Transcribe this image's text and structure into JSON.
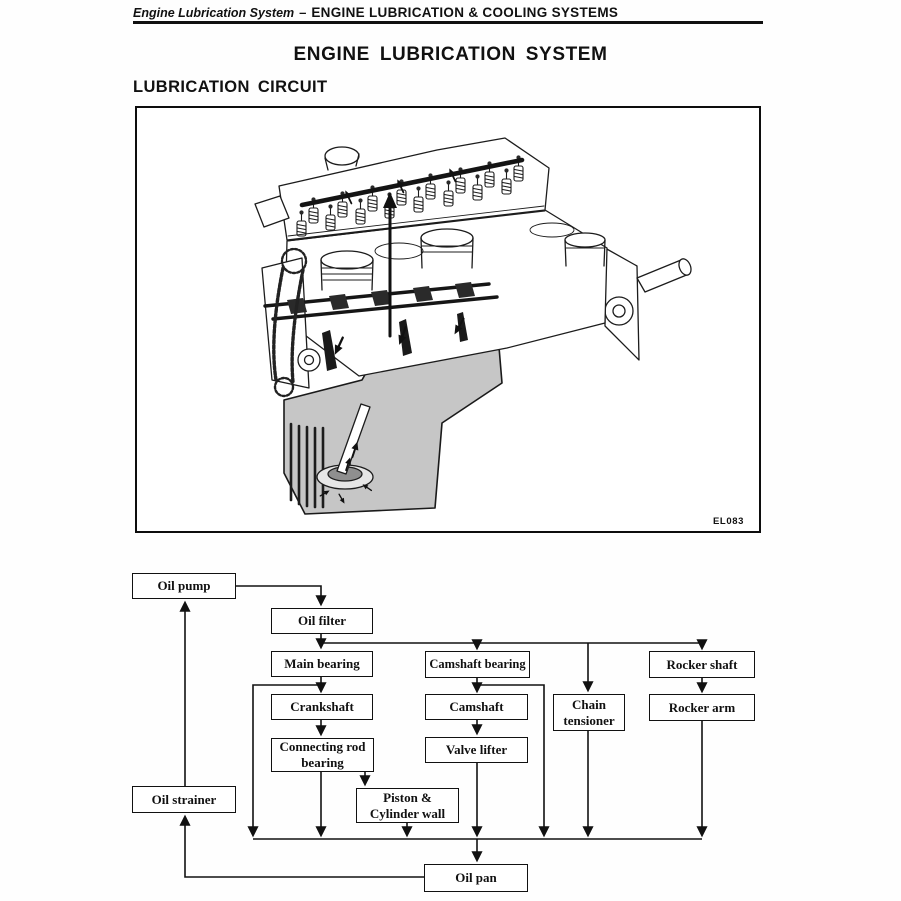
{
  "header": {
    "breadcrumb": {
      "section_italic": "Engine Lubrication System",
      "separator": "–",
      "chapter": "ENGINE LUBRICATION & COOLING SYSTEMS"
    },
    "page_title": "ENGINE LUBRICATION SYSTEM",
    "section_heading": "LUBRICATION CIRCUIT"
  },
  "figure": {
    "code": "EL083",
    "description": "Cutaway line drawing of inline engine with black arrows showing oil flow from the oil pan strainer up through the block to the valve gear"
  },
  "flowchart": {
    "boxes": [
      {
        "id": "oil-pump",
        "label": "Oil pump"
      },
      {
        "id": "oil-filter",
        "label": "Oil filter"
      },
      {
        "id": "main-bearing",
        "label": "Main bearing"
      },
      {
        "id": "camshaft-bearing",
        "label": "Camshaft bearing"
      },
      {
        "id": "rocker-shaft",
        "label": "Rocker shaft"
      },
      {
        "id": "crankshaft",
        "label": "Crankshaft"
      },
      {
        "id": "camshaft",
        "label": "Camshaft"
      },
      {
        "id": "chain-tensioner",
        "label": "Chain tensioner"
      },
      {
        "id": "rocker-arm",
        "label": "Rocker arm"
      },
      {
        "id": "connecting-rod-bearing",
        "label": "Connecting rod bearing"
      },
      {
        "id": "valve-lifter",
        "label": "Valve lifter"
      },
      {
        "id": "oil-strainer",
        "label": "Oil strainer"
      },
      {
        "id": "piston-cylinder-wall",
        "label": "Piston & Cylinder wall"
      },
      {
        "id": "oil-pan",
        "label": "Oil pan"
      }
    ],
    "edges": [
      "Oil pan → Oil strainer",
      "Oil strainer → Oil pump",
      "Oil pump → Oil filter",
      "Oil filter → Main bearing",
      "Oil filter → Camshaft bearing",
      "Oil filter → Chain tensioner",
      "Oil filter → Rocker shaft",
      "Main bearing → Crankshaft",
      "Main bearing → return line",
      "Crankshaft → Connecting rod bearing",
      "Connecting rod bearing → Piston & Cylinder wall",
      "Camshaft bearing → Camshaft",
      "Camshaft bearing → return line",
      "Camshaft → Valve lifter",
      "Rocker shaft → Rocker arm",
      "Return collector → Oil pan"
    ]
  },
  "colors": {
    "ink": "#111111",
    "paper": "#ffffff",
    "pan_shade": "#c6c6c6"
  }
}
